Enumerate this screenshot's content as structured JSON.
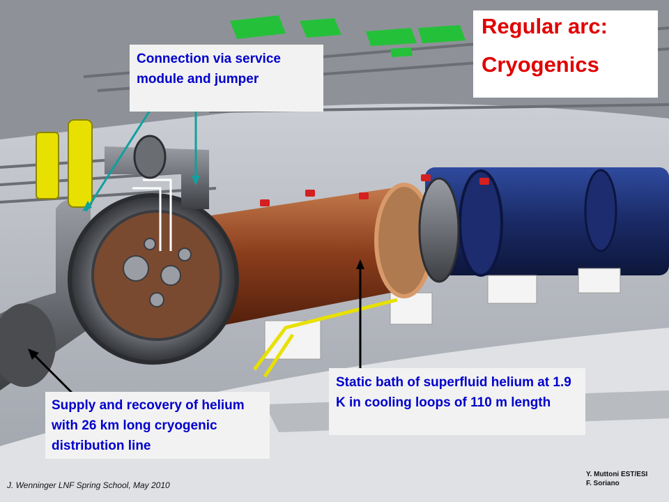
{
  "title": {
    "line1": "Regular arc:",
    "line2": "Cryogenics"
  },
  "callouts": {
    "connection": "Connection via service module and jumper",
    "static_bath": "Static bath of superfluid helium at 1.9 K in cooling loops of 110 m length",
    "supply": "Supply and recovery of helium with 26 km long cryogenic distribution line"
  },
  "credits": {
    "line1": "Y. Muttoni EST/ESI",
    "line2": "F. Soriano"
  },
  "footer": "J. Wenninger LNF Spring School, May 2010",
  "colors": {
    "callout_text": "#0000cc",
    "title_text": "#e00000",
    "cryostat_copper": "#9a4a22",
    "cryostat_blue": "#1d2e6a",
    "pipe_yellow": "#e8e000",
    "roof_green": "#25c03a",
    "arrow_teal": "#10a0a0",
    "arrow_black": "#000000"
  }
}
